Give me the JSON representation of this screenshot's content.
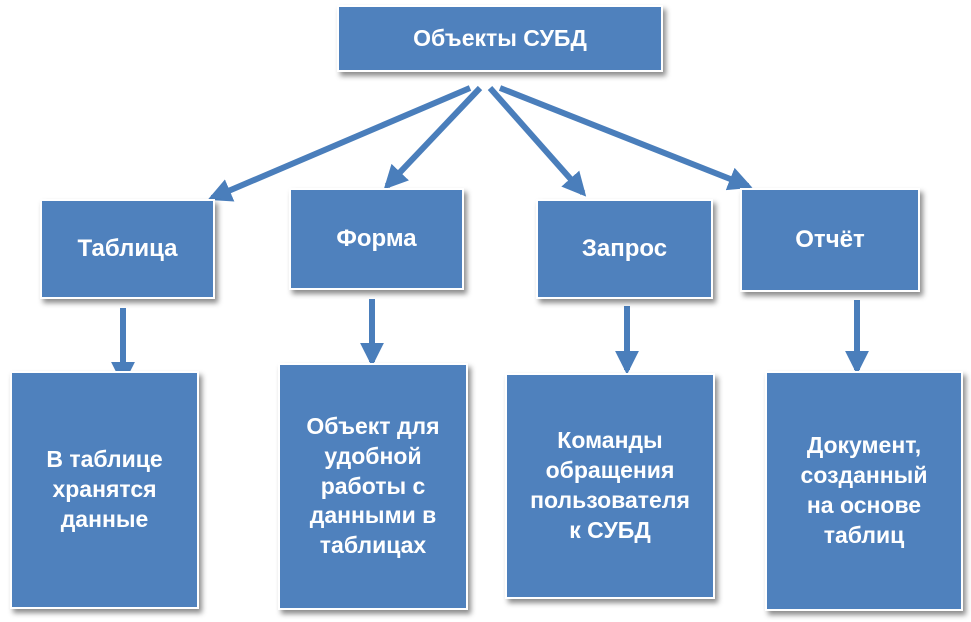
{
  "root": {
    "label": "Объекты СУБД"
  },
  "objects": [
    {
      "label": "Таблица",
      "description": "В таблице\nхранятся\nданные"
    },
    {
      "label": "Форма",
      "description": "Объект для\nудобной\nработы с\nданными в\nтаблицах"
    },
    {
      "label": "Запрос",
      "description": "Команды\nобращения\nпользователя\nк СУБД"
    },
    {
      "label": "Отчёт",
      "description": "Документ,\nсозданный\nна основе\nтаблиц"
    }
  ],
  "colors": {
    "box": "#4f81bd",
    "arrow": "#4a7ebb",
    "text": "#ffffff"
  }
}
